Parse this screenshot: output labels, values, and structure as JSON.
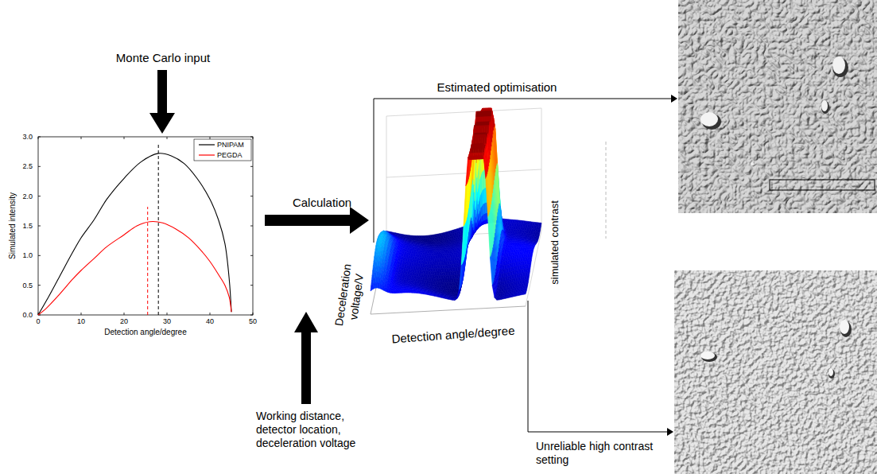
{
  "diagram": {
    "labels": [
      "Monte Carlo input",
      "Simulated intensity",
      "3.0",
      "2.5",
      "2.0",
      "1.5",
      "1.0",
      "0.5",
      "0.0",
      "0",
      "10",
      "20",
      "30",
      "40",
      "50",
      "Detection angle/degree",
      "Calculation",
      "Estimated optimisation",
      "Deceleration voltage/V",
      "Detection angle/degree",
      "simulated contrast",
      "Working distance, detector location, deceleration voltage",
      "Unreliable high contrast setting"
    ],
    "legend": [
      {
        "text": "PNIPAM"
      },
      {
        "text": "PEGDA"
      }
    ]
  }
}
